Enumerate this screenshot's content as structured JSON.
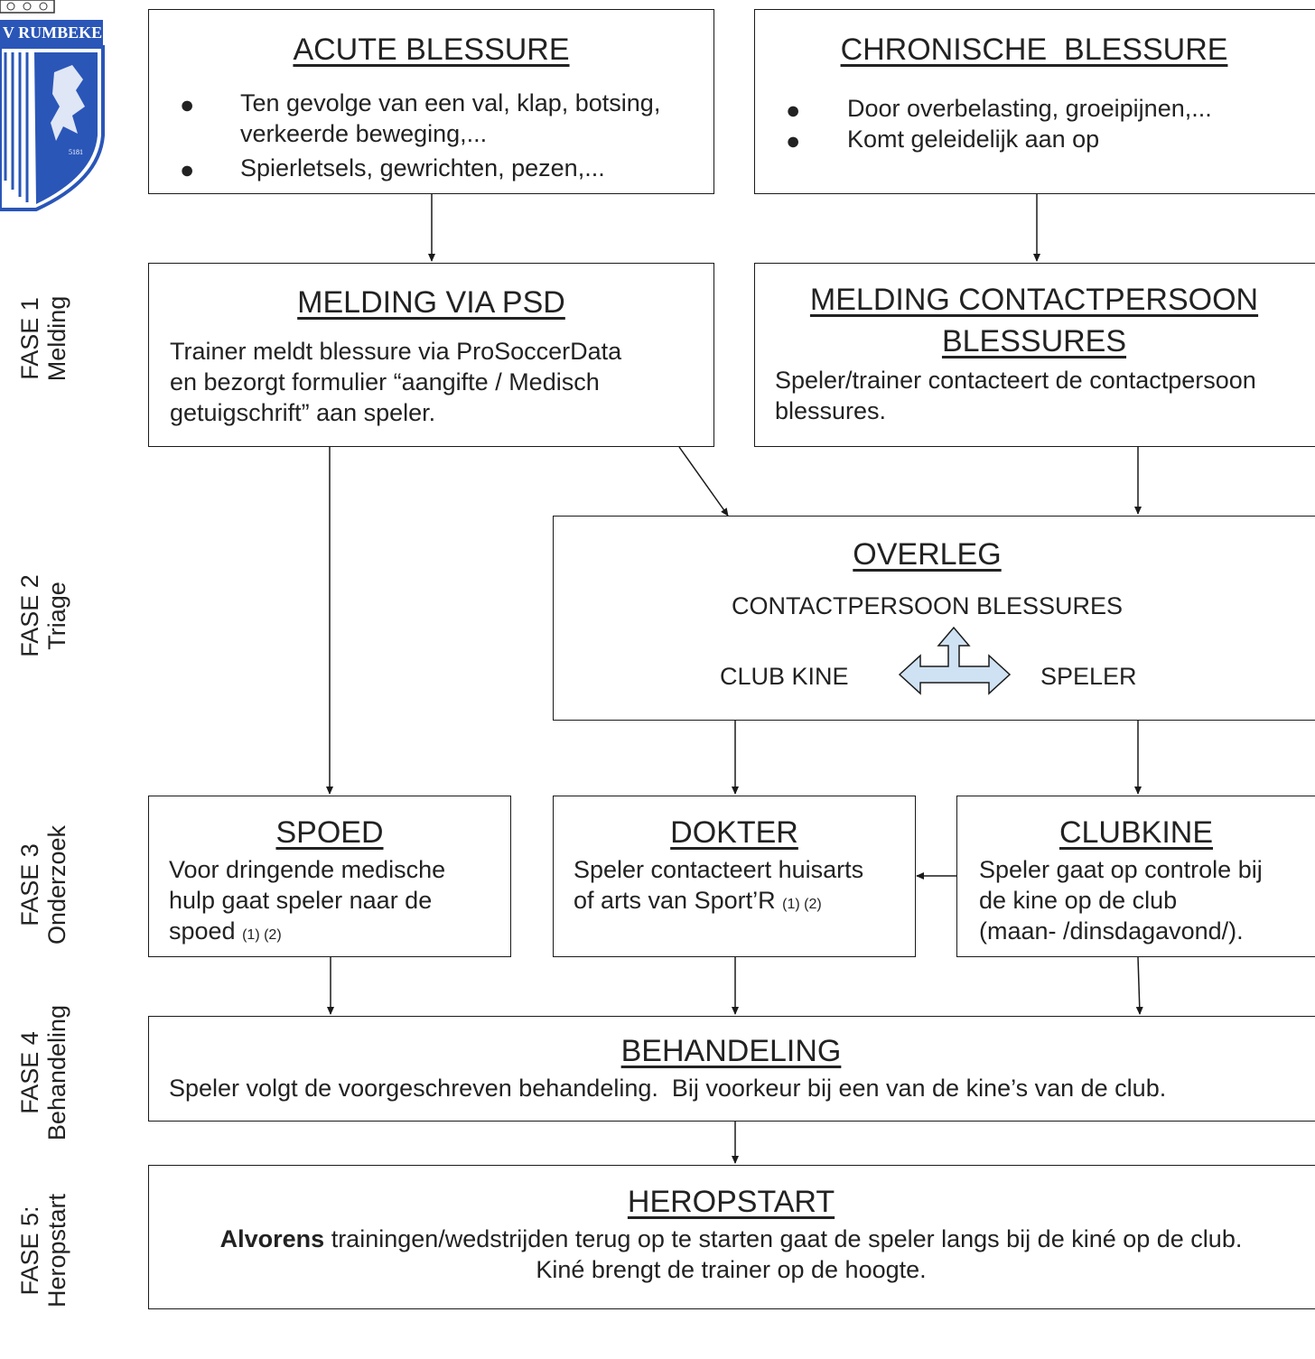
{
  "logo": {
    "text": "V RUMBEKE",
    "year": "5181"
  },
  "phases": [
    {
      "line1": "FASE 1",
      "line2": "Melding"
    },
    {
      "line1": "FASE 2",
      "line2": "Triage"
    },
    {
      "line1": "FASE 3",
      "line2": "Onderzoek"
    },
    {
      "line1": "FASE 4",
      "line2": "Behandeling"
    },
    {
      "line1": "FASE 5:",
      "line2": "Heropstart"
    }
  ],
  "acute": {
    "title": "ACUTE BLESSURE",
    "bullet1_line1": "Ten gevolge van een val, klap, botsing,",
    "bullet1_line2": "verkeerde beweging,...",
    "bullet2": "Spierletsels, gewrichten, pezen,..."
  },
  "chronic": {
    "title": "CHRONISCHE  BLESSURE",
    "bullet1": "Door overbelasting, groeipijnen,...",
    "bullet2": "Komt geleidelijk aan op"
  },
  "psd": {
    "title": "MELDING VIA PSD",
    "line1": "Trainer meldt blessure via ProSoccerData",
    "line2": "en bezorgt formulier “aangifte / Medisch",
    "line3": "getuigschrift” aan speler."
  },
  "contact": {
    "title_line1": "MELDING CONTACTPERSOON",
    "title_line2": "BLESSURES",
    "line1": "Speler/trainer contacteert de contactpersoon",
    "line2": "blessures."
  },
  "overleg": {
    "title": "OVERLEG",
    "top": "CONTACTPERSOON BLESSURES",
    "left": "CLUB KINE",
    "right": "SPELER",
    "arrow_fill": "#cfe2f3"
  },
  "spoed": {
    "title": "SPOED",
    "line1": "Voor dringende medische",
    "line2": "hulp gaat speler naar de",
    "line3": "spoed",
    "note": "(1) (2)"
  },
  "dokter": {
    "title": "DOKTER",
    "line1": "Speler contacteert huisarts",
    "line2": "of arts van Sport’R",
    "note": "(1) (2)"
  },
  "clubkine": {
    "title": "CLUBKINE",
    "line1": "Speler gaat op controle bij",
    "line2": "de kine op de club",
    "line3": "(maan- /dinsdagavond/)."
  },
  "behandeling": {
    "title": "BEHANDELING",
    "text": "Speler volgt de voorgeschreven behandeling.  Bij voorkeur bij een van de kine’s van de club."
  },
  "heropstart": {
    "title": "HEROPSTART",
    "bold": "Alvorens",
    "line1_rest": " trainingen/wedstrijden terug op te starten gaat de speler langs bij de kiné op de club.",
    "line2": "Kiné brengt de trainer op de hoogte."
  },
  "colors": {
    "logo_blue": "#2a56b8",
    "border": "#1a1a1a",
    "text": "#222222"
  }
}
